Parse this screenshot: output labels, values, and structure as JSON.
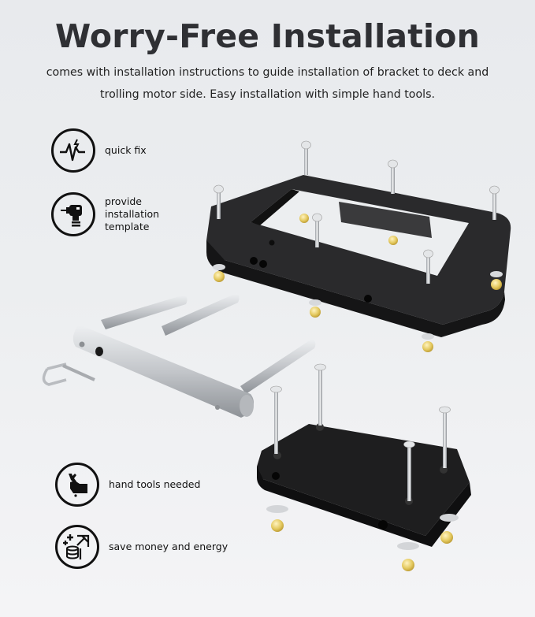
{
  "header": {
    "title": "Worry-Free Installation",
    "subtitle_line1": "comes with installation instructions to guide installation of bracket to deck and",
    "subtitle_line2": "trolling motor side. Easy installation with simple hand tools."
  },
  "features": [
    {
      "icon": "heartbeat-lightning-icon",
      "label_lines": [
        "quick fix"
      ]
    },
    {
      "icon": "power-drill-icon",
      "label_lines": [
        "provide",
        "installation",
        "template"
      ]
    },
    {
      "icon": "hand-wrench-icon",
      "label_lines": [
        "hand tools needed"
      ]
    },
    {
      "icon": "coins-growth-icon",
      "label_lines": [
        "save money and energy"
      ]
    }
  ],
  "product": {
    "components": [
      "rectangular-frame-bracket",
      "stainless-t-pin",
      "pin",
      "d-shackle",
      "base-plate-bracket",
      "screws",
      "washers",
      "brass-lock-nuts"
    ],
    "colors": {
      "bracket": "#1a1a1b",
      "steel": "#c9cbce",
      "brass": "#e2c86a"
    }
  }
}
